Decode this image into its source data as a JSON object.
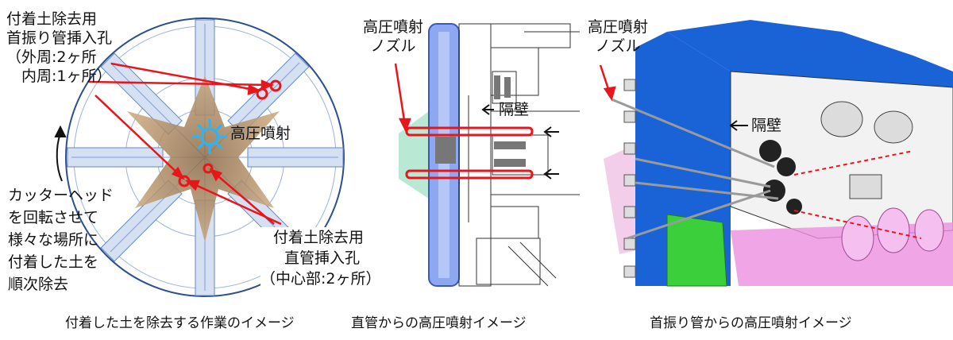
{
  "panel1": {
    "label_top": [
      "付着土除去用",
      "首振り管挿入孔",
      "（外周:2ヶ所",
      "　内周:1ヶ所）"
    ],
    "label_jet": "高圧噴射",
    "label_left": [
      "カッターヘッド",
      "を回転させて",
      "様々な場所に",
      "付着した土を",
      "順次除去"
    ],
    "label_bottom": [
      "付着土除去用",
      "直管挿入孔",
      "（中心部:2ヶ所）"
    ],
    "caption": "付着した土を除去する作業のイメージ"
  },
  "panel2": {
    "label_nozzle": [
      "高圧噴射",
      "ノズル"
    ],
    "label_wall": "隔壁",
    "caption": "直管からの高圧噴射イメージ"
  },
  "panel3": {
    "label_nozzle": [
      "高圧噴射",
      "ノズル"
    ],
    "label_wall": "隔壁",
    "caption": "首振り管からの高圧噴射イメージ"
  },
  "colors": {
    "annotation_red": "#e8161b",
    "blueprint": "#3a6db8",
    "shield_blue": "#1a63d6",
    "soil": "#b58f63",
    "spray_pink": "#e9a6d8",
    "green": "#3ccf3c"
  }
}
